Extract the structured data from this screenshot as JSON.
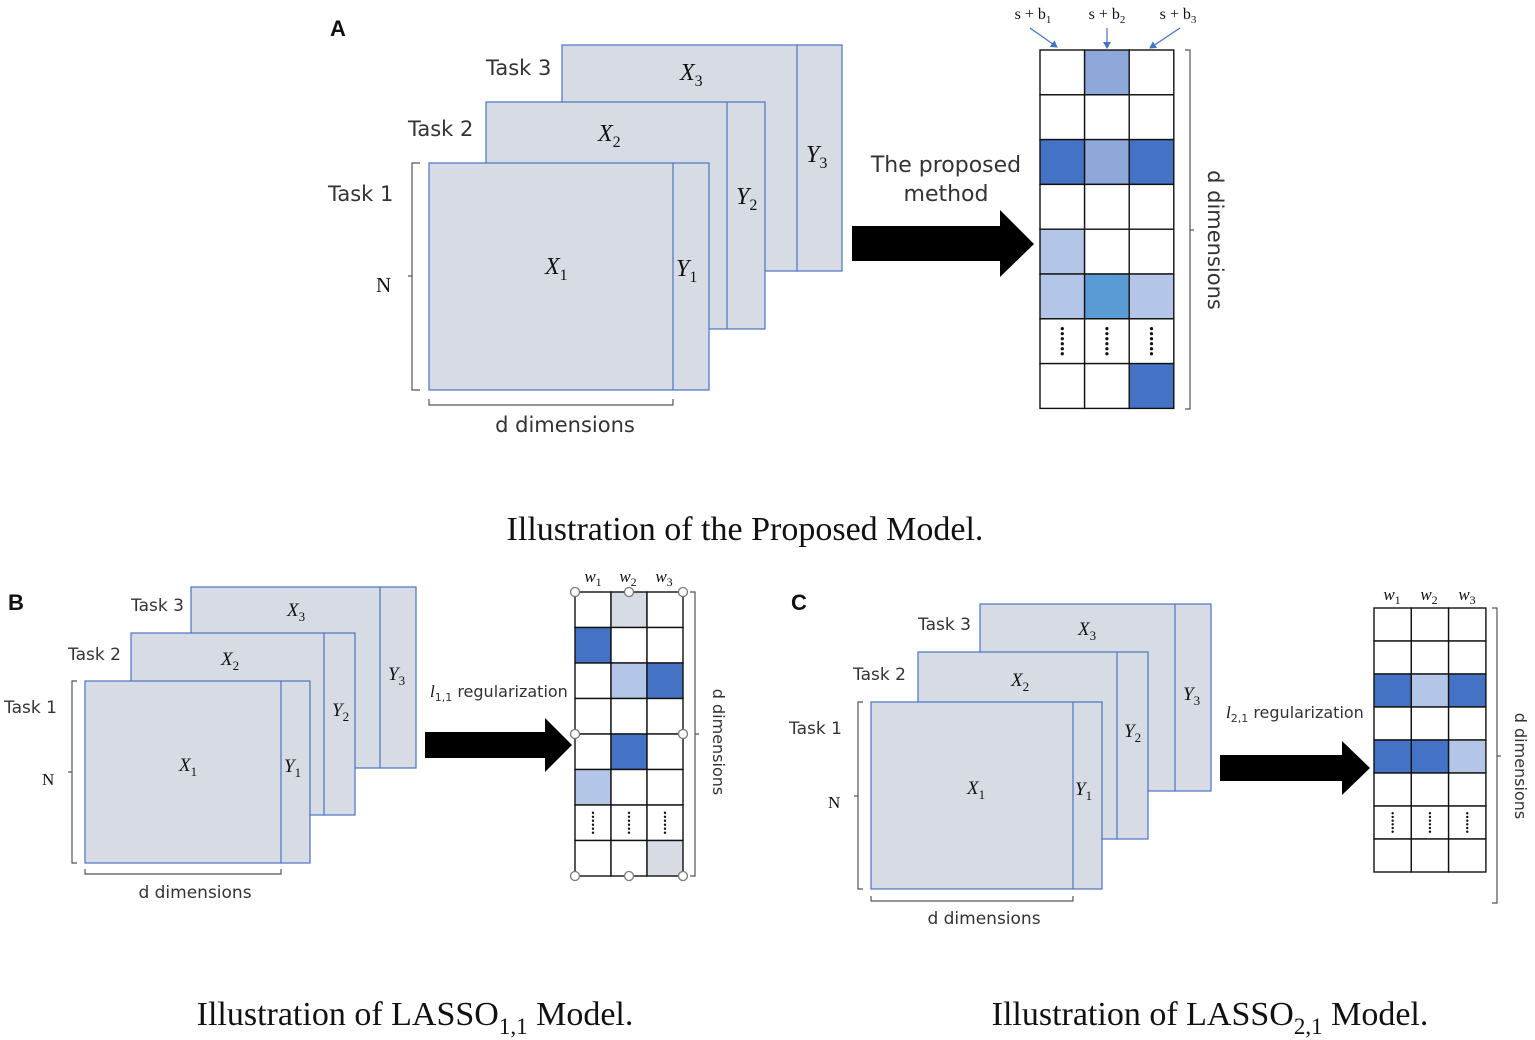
{
  "panel_a": {
    "letter": "A",
    "tasks": [
      "Task 3",
      "Task 2",
      "Task 1"
    ],
    "x": [
      "X",
      "X",
      "X"
    ],
    "y": [
      "Y",
      "Y",
      "Y"
    ],
    "subs": [
      "3",
      "2",
      "1"
    ],
    "n_label": "N",
    "d_label": "d dimensions",
    "arrow_label_line1": "The proposed",
    "arrow_label_line2": "method",
    "col_headers": [
      {
        "base": "s + b",
        "sub": "1"
      },
      {
        "base": "s + b",
        "sub": "2"
      },
      {
        "base": "s + b",
        "sub": "3"
      }
    ],
    "side_label": "d dimensions",
    "caption": "Illustration of the Proposed Model.",
    "matrix": [
      [
        "#ffffff",
        "#8fa8da",
        "#ffffff"
      ],
      [
        "#ffffff",
        "#ffffff",
        "#ffffff"
      ],
      [
        "#4472c4",
        "#8fa8da",
        "#4472c4"
      ],
      [
        "#ffffff",
        "#ffffff",
        "#ffffff"
      ],
      [
        "#b4c6e7",
        "#ffffff",
        "#ffffff"
      ],
      [
        "#b4c6e7",
        "#5b9bd5",
        "#b4c6e7"
      ],
      [
        "dots",
        "dots",
        "dots"
      ],
      [
        "#ffffff",
        "#ffffff",
        "#4472c4"
      ]
    ]
  },
  "panel_b": {
    "letter": "B",
    "tasks": [
      "Task 3",
      "Task 2",
      "Task 1"
    ],
    "x": [
      "X",
      "X",
      "X"
    ],
    "y": [
      "Y",
      "Y",
      "Y"
    ],
    "subs": [
      "3",
      "2",
      "1"
    ],
    "n_label": "N",
    "d_label": "d dimensions",
    "arrow_label_base": "l",
    "arrow_label_sub": "1,1",
    "arrow_label_rest": " regularization",
    "col_headers": [
      {
        "base": "w",
        "sub": "1"
      },
      {
        "base": "w",
        "sub": "2"
      },
      {
        "base": "w",
        "sub": "3"
      }
    ],
    "side_label": "d dimensions",
    "caption_base": "Illustration of LASSO",
    "caption_sub": "1,1",
    "caption_rest": " Model.",
    "matrix": [
      [
        "#ffffff",
        "#d7dce4",
        "#ffffff"
      ],
      [
        "#4472c4",
        "#ffffff",
        "#ffffff"
      ],
      [
        "#ffffff",
        "#b4c6e7",
        "#4472c4"
      ],
      [
        "#ffffff",
        "#ffffff",
        "#ffffff"
      ],
      [
        "#ffffff",
        "#4472c4",
        "#ffffff"
      ],
      [
        "#b4c6e7",
        "#ffffff",
        "#ffffff"
      ],
      [
        "dots",
        "dots",
        "dots"
      ],
      [
        "#ffffff",
        "#ffffff",
        "#d7dce4"
      ]
    ]
  },
  "panel_c": {
    "letter": "C",
    "tasks": [
      "Task 3",
      "Task 2",
      "Task 1"
    ],
    "x": [
      "X",
      "X",
      "X"
    ],
    "y": [
      "Y",
      "Y",
      "Y"
    ],
    "subs": [
      "3",
      "2",
      "1"
    ],
    "n_label": "N",
    "d_label": "d dimensions",
    "arrow_label_base": "l",
    "arrow_label_sub": "2,1",
    "arrow_label_rest": " regularization",
    "col_headers": [
      {
        "base": "w",
        "sub": "1"
      },
      {
        "base": "w",
        "sub": "2"
      },
      {
        "base": "w",
        "sub": "3"
      }
    ],
    "side_label": "d dimensions",
    "caption_base": "Illustration of LASSO",
    "caption_sub": "2,1",
    "caption_rest": " Model.",
    "matrix": [
      [
        "#ffffff",
        "#ffffff",
        "#ffffff"
      ],
      [
        "#ffffff",
        "#ffffff",
        "#ffffff"
      ],
      [
        "#4472c4",
        "#b4c6e7",
        "#4472c4"
      ],
      [
        "#ffffff",
        "#ffffff",
        "#ffffff"
      ],
      [
        "#4472c4",
        "#4472c4",
        "#b4c6e7"
      ],
      [
        "#ffffff",
        "#ffffff",
        "#ffffff"
      ],
      [
        "dots",
        "dots",
        "dots"
      ],
      [
        "#ffffff",
        "#ffffff",
        "#ffffff"
      ]
    ]
  }
}
